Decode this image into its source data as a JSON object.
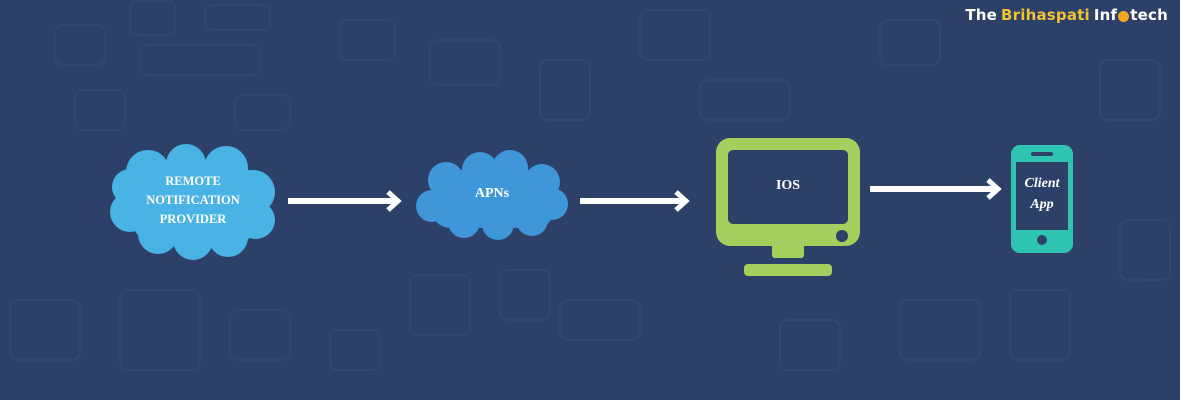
{
  "brand": {
    "prefix": "The",
    "highlight": "Brihaspati",
    "suffix_start": "Inf",
    "suffix_end": "tech",
    "colors": {
      "text": "#ffffff",
      "highlight": "#f1c232",
      "globe": "#f1a81e"
    }
  },
  "diagram": {
    "background": "#2c4068",
    "nodes": [
      {
        "id": "provider",
        "shape": "cloud",
        "label_lines": [
          "REMOTE",
          "NOTIFICATION",
          "PROVIDER"
        ],
        "color": "#4ab3e6"
      },
      {
        "id": "apns",
        "shape": "cloud",
        "label_lines": [
          "APNs"
        ],
        "color": "#3f97d9"
      },
      {
        "id": "ios",
        "shape": "monitor",
        "label_lines": [
          "IOS"
        ],
        "color": "#a6cf5d"
      },
      {
        "id": "client",
        "shape": "phone",
        "label_lines": [
          "Client",
          "App"
        ],
        "color": "#2fc4b2"
      }
    ],
    "edges": [
      {
        "from": "provider",
        "to": "apns"
      },
      {
        "from": "apns",
        "to": "ios"
      },
      {
        "from": "ios",
        "to": "client"
      }
    ],
    "arrow_color": "#ffffff"
  }
}
